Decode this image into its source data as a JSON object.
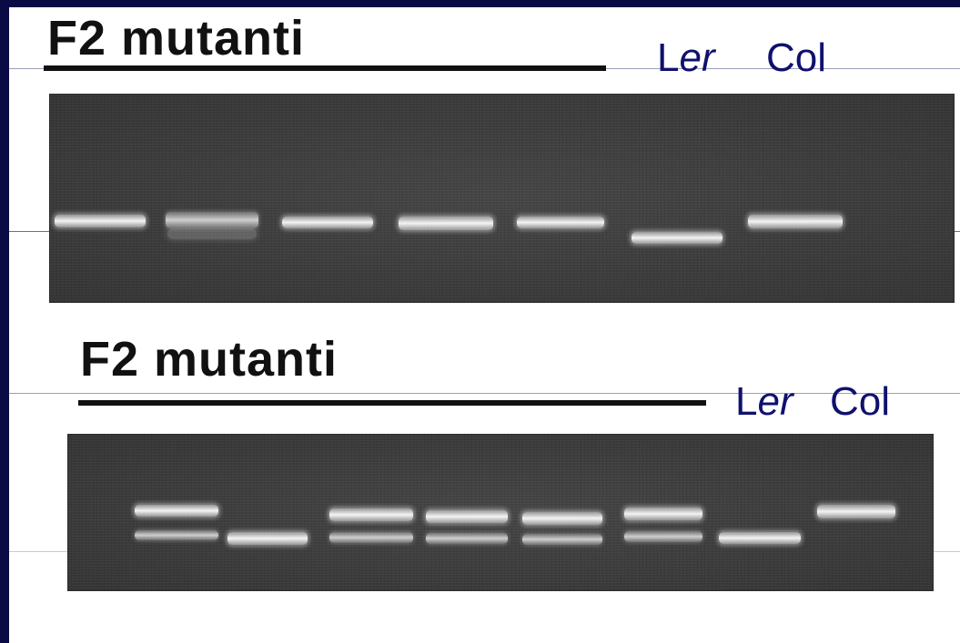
{
  "slide": {
    "colors": {
      "frame": "#0a0a44",
      "label_text": "#10106e",
      "gel_background": "#3d3d3d",
      "band": "#f4f4f4"
    },
    "panel_top": {
      "title": "F2 mutanti",
      "label_ler_prefix": "L",
      "label_ler_italic": "er",
      "label_col": "Col",
      "lanes": 7
    },
    "panel_bottom": {
      "title": "F2 mutanti",
      "label_ler_prefix": "L",
      "label_ler_italic": "er",
      "label_col": "Col",
      "lanes": 8
    }
  }
}
